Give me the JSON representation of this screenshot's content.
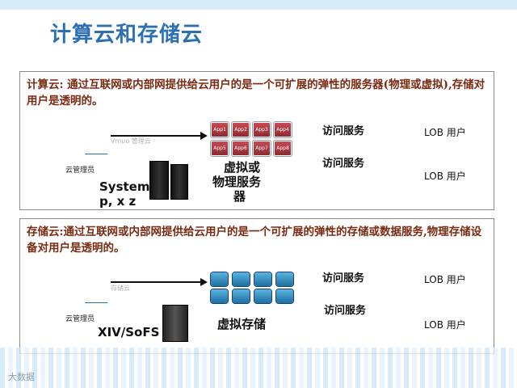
{
  "title": "计算云和存储云",
  "compute": {
    "description": "计算云: 通过互联网或内部网提供给云用户的是一个可扩展的弹性的服务器(物理或虚拟),存储对用户是透明的。",
    "admin_label": "云管理员",
    "faint_label": "Vmuo 管理云",
    "system_label_1": "System",
    "system_label_2": "p, x z",
    "server_label_1": "虚拟或",
    "server_label_2": "物理服务",
    "server_label_3": "器",
    "apps": [
      "App1",
      "App2",
      "App3",
      "App4",
      "App5",
      "App6",
      "App7",
      "App8"
    ],
    "access_1": "访问服务",
    "access_2": "访问服务",
    "lob_1": "LOB 用户",
    "lob_2": "LOB 用户"
  },
  "storage": {
    "description": "存储云:通过互联网或内部网提供给云用户的是一个可扩展的弹性的存储或数据服务,物理存储设备对用户是透明的。",
    "admin_label": "云管理员",
    "faint_label": "存储云",
    "device_label": "XIV/SoFS",
    "storage_label": "虚拟存储",
    "access_1": "访问服务",
    "access_2": "访问服务",
    "lob_1": "LOB 用户",
    "lob_2": "LOB 用户"
  },
  "watermark": "大数据"
}
